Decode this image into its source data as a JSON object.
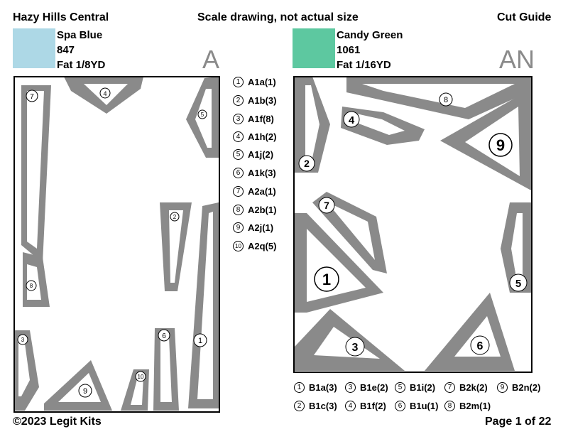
{
  "header": {
    "left": "Hazy Hills Central",
    "center": "Scale drawing, not actual size",
    "right": "Cut Guide"
  },
  "fabrics": [
    {
      "name": "Spa Blue",
      "code": "847",
      "cut": "Fat 1/8YD",
      "color": "#add8e6",
      "letter": "A"
    },
    {
      "name": "Candy Green",
      "code": "1061",
      "cut": "Fat 1/16YD",
      "color": "#5dc8a0",
      "letter": "AN"
    }
  ],
  "colors": {
    "piece_gray": "#8a8a8a",
    "outline": "#000000"
  },
  "legend_a": [
    {
      "num": "1",
      "text": "A1a(1)"
    },
    {
      "num": "2",
      "text": "A1b(3)"
    },
    {
      "num": "3",
      "text": "A1f(8)"
    },
    {
      "num": "4",
      "text": "A1h(2)"
    },
    {
      "num": "5",
      "text": "A1j(2)"
    },
    {
      "num": "6",
      "text": "A1k(3)"
    },
    {
      "num": "7",
      "text": "A2a(1)"
    },
    {
      "num": "8",
      "text": "A2b(1)"
    },
    {
      "num": "9",
      "text": "A2j(1)"
    },
    {
      "num": "10",
      "text": "A2q(5)"
    }
  ],
  "legend_b": [
    {
      "num": "1",
      "text": "B1a(3)"
    },
    {
      "num": "3",
      "text": "B1e(2)"
    },
    {
      "num": "5",
      "text": "B1i(2)"
    },
    {
      "num": "7",
      "text": "B2k(2)"
    },
    {
      "num": "9",
      "text": "B2n(2)"
    },
    {
      "num": "2",
      "text": "B1c(3)"
    },
    {
      "num": "4",
      "text": "B1f(2)"
    },
    {
      "num": "6",
      "text": "B1u(1)"
    },
    {
      "num": "8",
      "text": "B2m(1)"
    }
  ],
  "pieces_a_labels": [
    "7",
    "4",
    "5",
    "2",
    "8",
    "1",
    "3",
    "6",
    "9",
    "10"
  ],
  "pieces_b_labels": [
    "8",
    "4",
    "9",
    "2",
    "7",
    "1",
    "5",
    "3",
    "6"
  ],
  "footer": {
    "left": "©2023 Legit Kits",
    "right": "Page 1 of 22"
  }
}
